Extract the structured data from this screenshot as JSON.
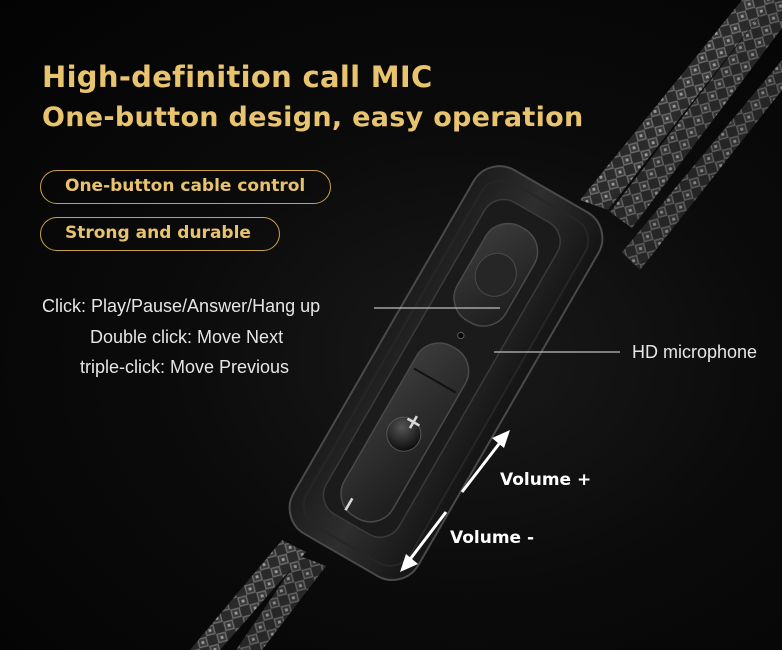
{
  "headline": {
    "line1": "High-definition call  MIC",
    "line2": "One-button design, easy operation"
  },
  "features": [
    "One-button cable control",
    "Strong and durable"
  ],
  "controls": {
    "click": "Click: Play/Pause/Answer/Hang up",
    "double_click": "Double click: Move Next",
    "triple_click": "triple-click: Move Previous"
  },
  "microphone_label": "HD microphone",
  "volume": {
    "up": "Volume +",
    "down": "Volume -"
  },
  "buttons": {
    "plus_symbol": "+",
    "minus_symbol": "−"
  },
  "colors": {
    "accent_gold": "#e9c46f",
    "background": "#050505",
    "body_text": "#e6e6e6"
  }
}
